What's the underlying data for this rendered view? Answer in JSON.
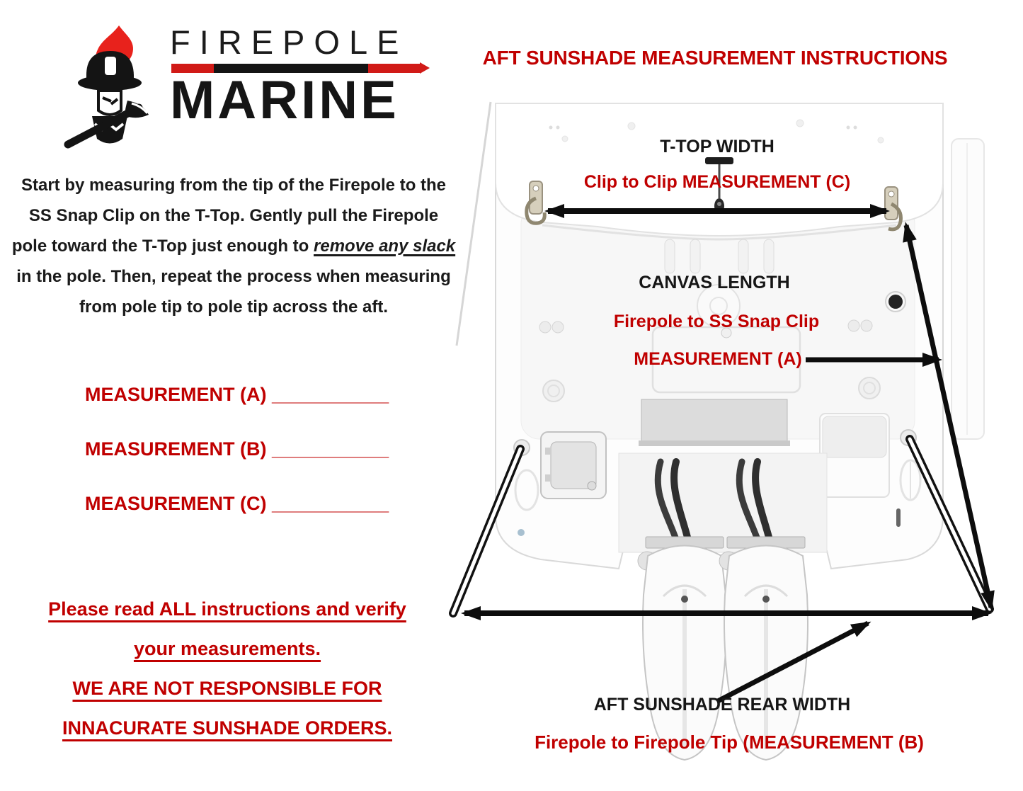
{
  "colors": {
    "accent_red": "#c00000",
    "text_black": "#1a1a1a",
    "flame_red": "#e8221c"
  },
  "logo": {
    "icon": "firefighter-flame-axe",
    "word_top": "FIREPOLE",
    "word_bottom": "MARINE"
  },
  "header": {
    "title": "AFT SUNSHADE MEASUREMENT INSTRUCTIONS"
  },
  "intro": {
    "before": "Start by measuring from the tip of the Firepole to the SS Snap Clip on the T-Top. Gently pull the Firepole pole toward the T-Top just enough to ",
    "emphasis": "remove any slack",
    "after": " in the pole. Then, repeat the process when measuring from pole tip to pole tip across the aft."
  },
  "measurement_fields": [
    {
      "label": "MEASUREMENT (A)",
      "blank": "___________"
    },
    {
      "label": "MEASUREMENT (B)",
      "blank": "___________"
    },
    {
      "label": "MEASUREMENT (C)",
      "blank": "___________"
    }
  ],
  "warnings": {
    "sentence1": "Please read ALL instructions and verify your measurements.",
    "sentence2": "WE ARE NOT RESPONSIBLE FOR",
    "sentence3": "INNACURATE SUNSHADE ORDERS."
  },
  "diagram": {
    "ttop_width": "T-TOP WIDTH",
    "clip_to_clip": "Clip to Clip MEASUREMENT (C)",
    "canvas_length": "CANVAS LENGTH",
    "firepole_to_clip": "Firepole to SS Snap Clip",
    "measurement_a": "MEASUREMENT (A)",
    "rear_width": "AFT SUNSHADE REAR WIDTH",
    "firepole_tip_b": "Firepole to Firepole Tip (MEASUREMENT (B)"
  }
}
